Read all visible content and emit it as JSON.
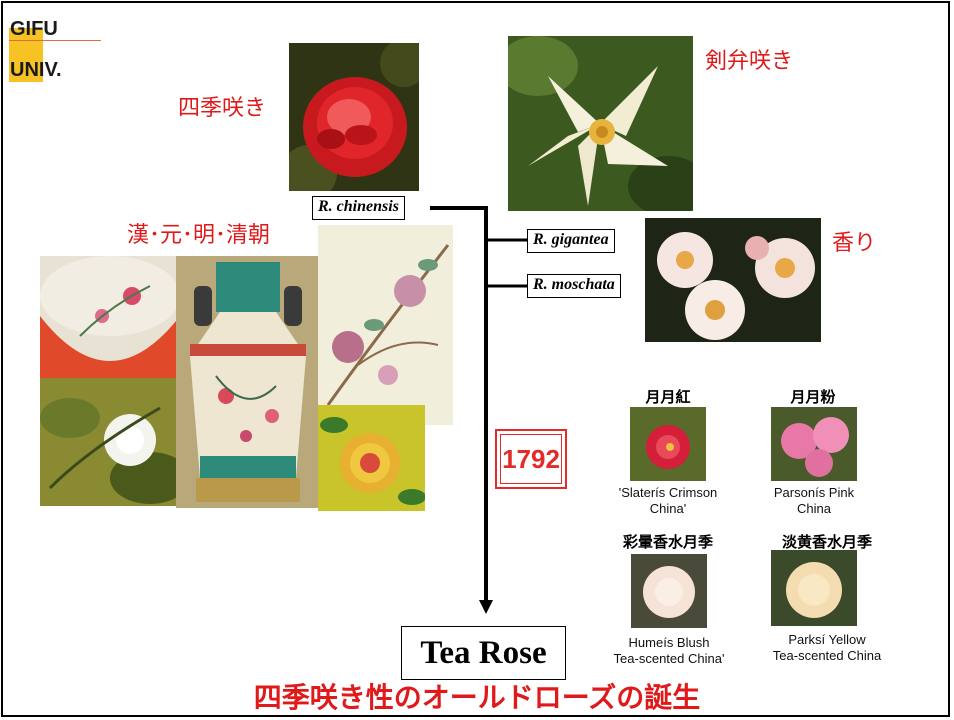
{
  "logo": {
    "line1": "GIFU",
    "line2": "UNIV."
  },
  "labels": {
    "perpetual_flowering": "四季咲き",
    "pointed_petals": "剣弁咲き",
    "fragrance": "香り",
    "dynasties": "漢･元･明･清朝"
  },
  "species": {
    "chinensis": "R. chinensis",
    "gigantea": "R. gigantea",
    "moschata": "R. moschata"
  },
  "year": "1792",
  "result": "Tea Rose",
  "title": "四季咲き性のオールドローズの誕生",
  "cultivars": [
    {
      "chinese": "月月紅",
      "name_line1": "'Slaterís Crimson",
      "name_line2": "China'"
    },
    {
      "chinese": "月月粉",
      "name_line1": "Parsonís Pink",
      "name_line2": "China"
    },
    {
      "chinese": "彩暈香水月季",
      "name_line1": "Humeís Blush",
      "name_line2": "Tea-scented China'"
    },
    {
      "chinese": "淡黄香水月季",
      "name_line1": "Parksí Yellow",
      "name_line2": "Tea-scented China"
    }
  ],
  "colors": {
    "accent_red": "#e01a1a",
    "logo_yellow": "#f6c224"
  }
}
